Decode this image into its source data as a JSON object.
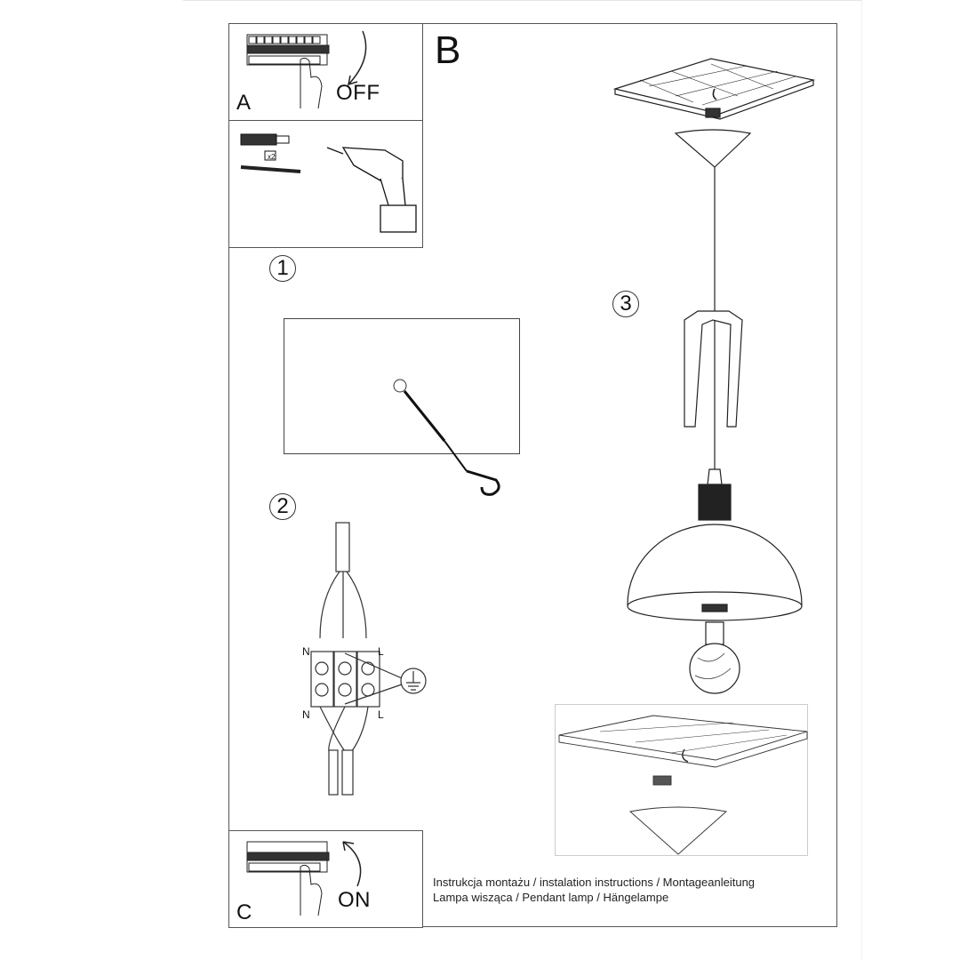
{
  "panels": {
    "a": {
      "letter": "A",
      "state": "OFF"
    },
    "b": {
      "letter": "B"
    },
    "c": {
      "letter": "C",
      "state": "ON"
    },
    "tools": {
      "quantity": "x2"
    }
  },
  "steps": [
    {
      "number": "1"
    },
    {
      "number": "2"
    },
    {
      "number": "3"
    }
  ],
  "wiring": {
    "top_left": "N",
    "top_right": "L",
    "bottom_left": "N",
    "bottom_right": "L"
  },
  "caption": {
    "line1": "Instrukcja montażu / instalation instructions / Montageanleitung",
    "line2": "Lampa wisząca / Pendant lamp / Hängelampe"
  },
  "colors": {
    "line": "#555555",
    "ink": "#111111"
  }
}
